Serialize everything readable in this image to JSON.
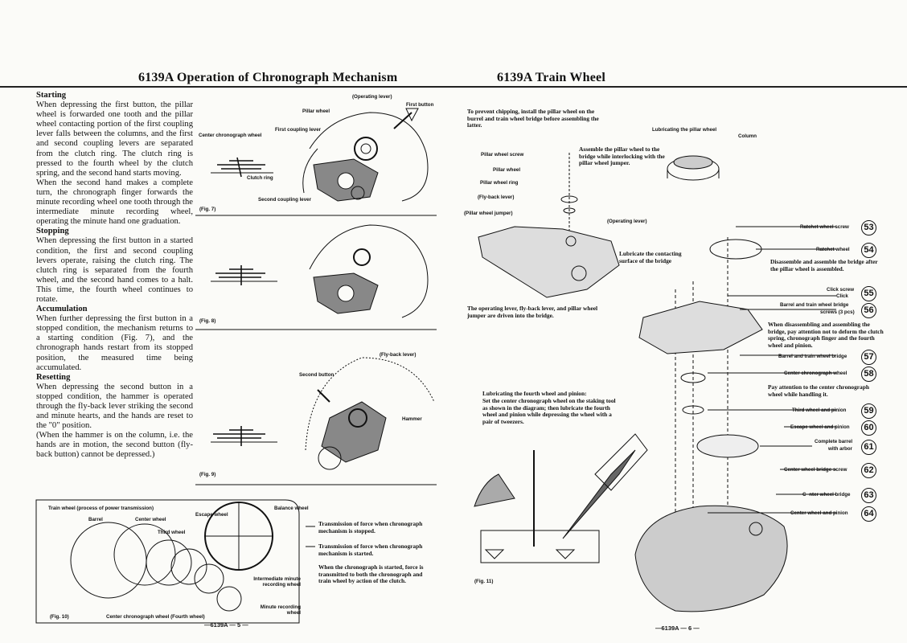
{
  "left_page": {
    "title": "6139A Operation of Chronograph Mechanism",
    "starting": {
      "heading": "Starting",
      "body": "When depressing the first button, the pillar wheel is forwarded one tooth and the pillar wheel contacting portion of the first coupling lever falls between the columns, and the first and second coupling levers are separated from the clutch ring. The clutch ring is pressed to the fourth wheel by the clutch spring, and the second hand starts moving.",
      "body2": "When the second hand makes a complete turn, the chronograph finger forwards the minute recording wheel one tooth through the intermediate minute recording wheel, operating the minute hand one graduation."
    },
    "stopping": {
      "heading": "Stopping",
      "body": "When depressing the first button in a started condition, the first and second coupling levers operate, raising the clutch ring. The clutch ring is separated from the fourth wheel, and the second hand comes to a halt. This time, the fourth wheel continues to rotate."
    },
    "accumulation": {
      "heading": "Accumulation",
      "body": "When further depressing the first button in a stopped condition, the mechanism returns to a starting condition (Fig. 7), and the chronograph hands restart from its stopped position, the measured time being accumulated."
    },
    "resetting": {
      "heading": "Resetting",
      "body": "When depressing the second button in a stopped condition, the hammer is operated through the fly-back lever striking the second and minute hearts, and the hands are reset to the \"0\" position.",
      "body2": "(When the hammer is on the column, i.e. the hands are in motion, the second button (fly-back button) cannot be depressed.)"
    },
    "fig7": {
      "caption": "(Fig. 7)",
      "operating_lever": "(Operating lever)",
      "pillar_wheel": "Pillar wheel",
      "first_button": "First button",
      "first_coupling_lever": "First coupling lever",
      "center_chronograph_wheel": "Center chronograph wheel",
      "clutch_ring": "Clutch ring",
      "second_coupling_lever": "Second coupling lever"
    },
    "fig8": {
      "caption": "(Fig. 8)"
    },
    "fig9": {
      "caption": "(Fig. 9)",
      "fly_back_lever": "(Fly-back lever)",
      "second_button": "Second button",
      "hammer": "Hammer"
    },
    "fig10": {
      "caption": "(Fig. 10)",
      "train_wheel": "Train wheel (process of power transmission)",
      "barrel": "Barrel",
      "center_wheel": "Center wheel",
      "escape_wheel": "Escape wheel",
      "third_wheel": "Third wheel",
      "balance_wheel": "Balance wheel",
      "intermediate": "Intermediate minute recording wheel",
      "minute_recording": "Minute recording wheel",
      "center_chrono_fourth": "Center chronograph wheel (Fourth wheel)",
      "legend1": "Transmission of force when chronograph mechanism is stopped.",
      "legend2": "Transmission of force when chronograph mechanism is started.",
      "note": "When the chronograph is started, force is transmitted to both the chronograph and train wheel by action of the clutch."
    },
    "page_number": "—6139A — 5 —"
  },
  "right_page": {
    "title": "6139A Train Wheel",
    "intro": "To prevent chipping, install the pillar wheel on the burrel and train wheel bridge before assembling the latter.",
    "lubricating_pillar": "Lubricating the pillar wheel",
    "column": "Column",
    "pillar_wheel_screw": "Pillar wheel screw",
    "pillar_wheel": "Pillar wheel",
    "pillar_wheel_ring": "Pillar wheel ring",
    "fly_back_lever": "(Fly-back lever)",
    "pillar_wheel_jumper": "(Pillar wheel jumper)",
    "assemble_note": "Assemble the pillar wheel to the bridge while interlocking with the pillar wheel jumper.",
    "operating_lever": "(Operating lever)",
    "lubricate_contact": "Lubricate the contacting surface of the bridge",
    "driven_note": "The operating lever, fly-back lever, and pillar wheel jumper are driven into the bridge.",
    "fourth_note_heading": "Lubricating the fourth wheel and pinion:",
    "fourth_note": "Set the center chronograph wheel on the staking tool as shown in the diagram; then lubricate the fourth wheel and pinion while depressing the wheel with a pair of tweezers.",
    "fig11": "(Fig. 11)",
    "parts": [
      {
        "label": "Ratchet wheel screw",
        "num": "53"
      },
      {
        "label": "Ratchet wheel",
        "num": "54"
      },
      {
        "label": "Click screw",
        "label2": "Click",
        "num": "55"
      },
      {
        "label": "Barrel and train wheel bridge",
        "label2": "screws (3 pcs)",
        "num": "56"
      },
      {
        "label": "Barrel and train wheel bridge",
        "num": "57"
      },
      {
        "label": "Center chronograph wheel",
        "num": "58"
      },
      {
        "label": "Third wheel and pinion",
        "num": "59"
      },
      {
        "label": "Escape wheel and pinion",
        "num": "60"
      },
      {
        "label": "Complete barrel",
        "label2": "with arbor",
        "num": "61"
      },
      {
        "label": "Center wheel bridge screw",
        "num": "62"
      },
      {
        "label": "C· nter wheel bridge",
        "num": "63"
      },
      {
        "label": "Center wheel and pinion",
        "num": "64"
      }
    ],
    "note54": "Disassemble and assemble the bridge after the pillar wheel is assembled.",
    "note56": "When disassembling and assembling the bridge, pay attention not to deform the clutch spring, chronograph finger and the fourth wheel and pinion.",
    "note58": "Pay attention to the center chronograph wheel while handling it.",
    "page_number": "—6139A — 6 —"
  }
}
